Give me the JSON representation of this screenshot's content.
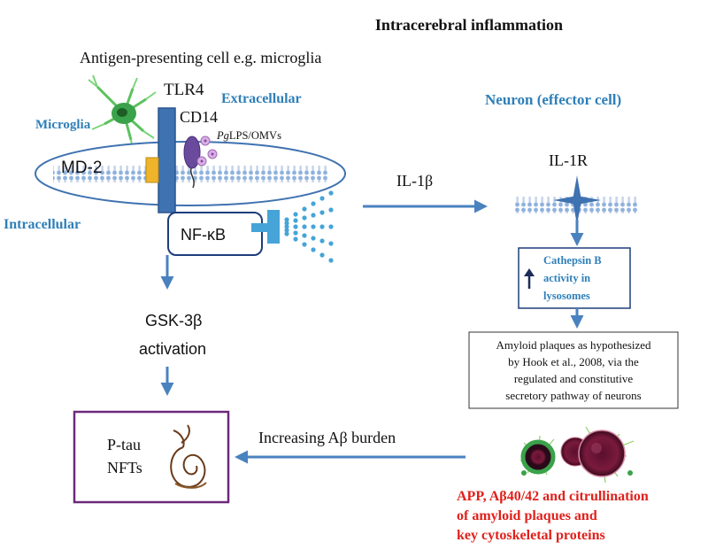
{
  "title": "Intracerebral inflammation",
  "apc_label": "Antigen-presenting cell e.g. microglia",
  "labels": {
    "microglia": "Microglia",
    "tlr4": "TLR4",
    "extracellular": "Extracellular",
    "cd14": "CD14",
    "pglps_prefix": "Pg",
    "pglps_rest": "LPS/OMVs",
    "md2": "MD-2",
    "intracellular": "Intracellular",
    "nfkb": "NF-κB",
    "il1b": "IL-1β",
    "neuron": "Neuron (effector cell)",
    "il1r": "IL-1R",
    "gsk_line1": "GSK-3β",
    "gsk_line2": "activation",
    "ptau": "P-tau",
    "nfts": "NFTs",
    "increasing": "Increasing Aβ burden"
  },
  "cathepsin_lines": [
    "Cathepsin B",
    "activity in",
    "lysosomes"
  ],
  "amyloid_lines": [
    "Amyloid plaques as hypothesized",
    "by Hook et al., 2008, via the",
    "regulated and constitutive",
    "secretory pathway of neurons"
  ],
  "outcome_lines": [
    "APP, Aβ40/42 and citrullination",
    "of amyloid plaques and",
    "key cytoskeletal proteins"
  ],
  "colors": {
    "accent_blue": "#2e7fb8",
    "arrow_blue": "#4a82bf",
    "red": "#e0201b",
    "tlr4": "#3f72b0",
    "md2": "#f0b42b",
    "cd14": "#6a4a9c",
    "lps": "#c8a0d8",
    "ptau_border": "#6b2a7a",
    "microglia_green": "#3aa24a"
  }
}
